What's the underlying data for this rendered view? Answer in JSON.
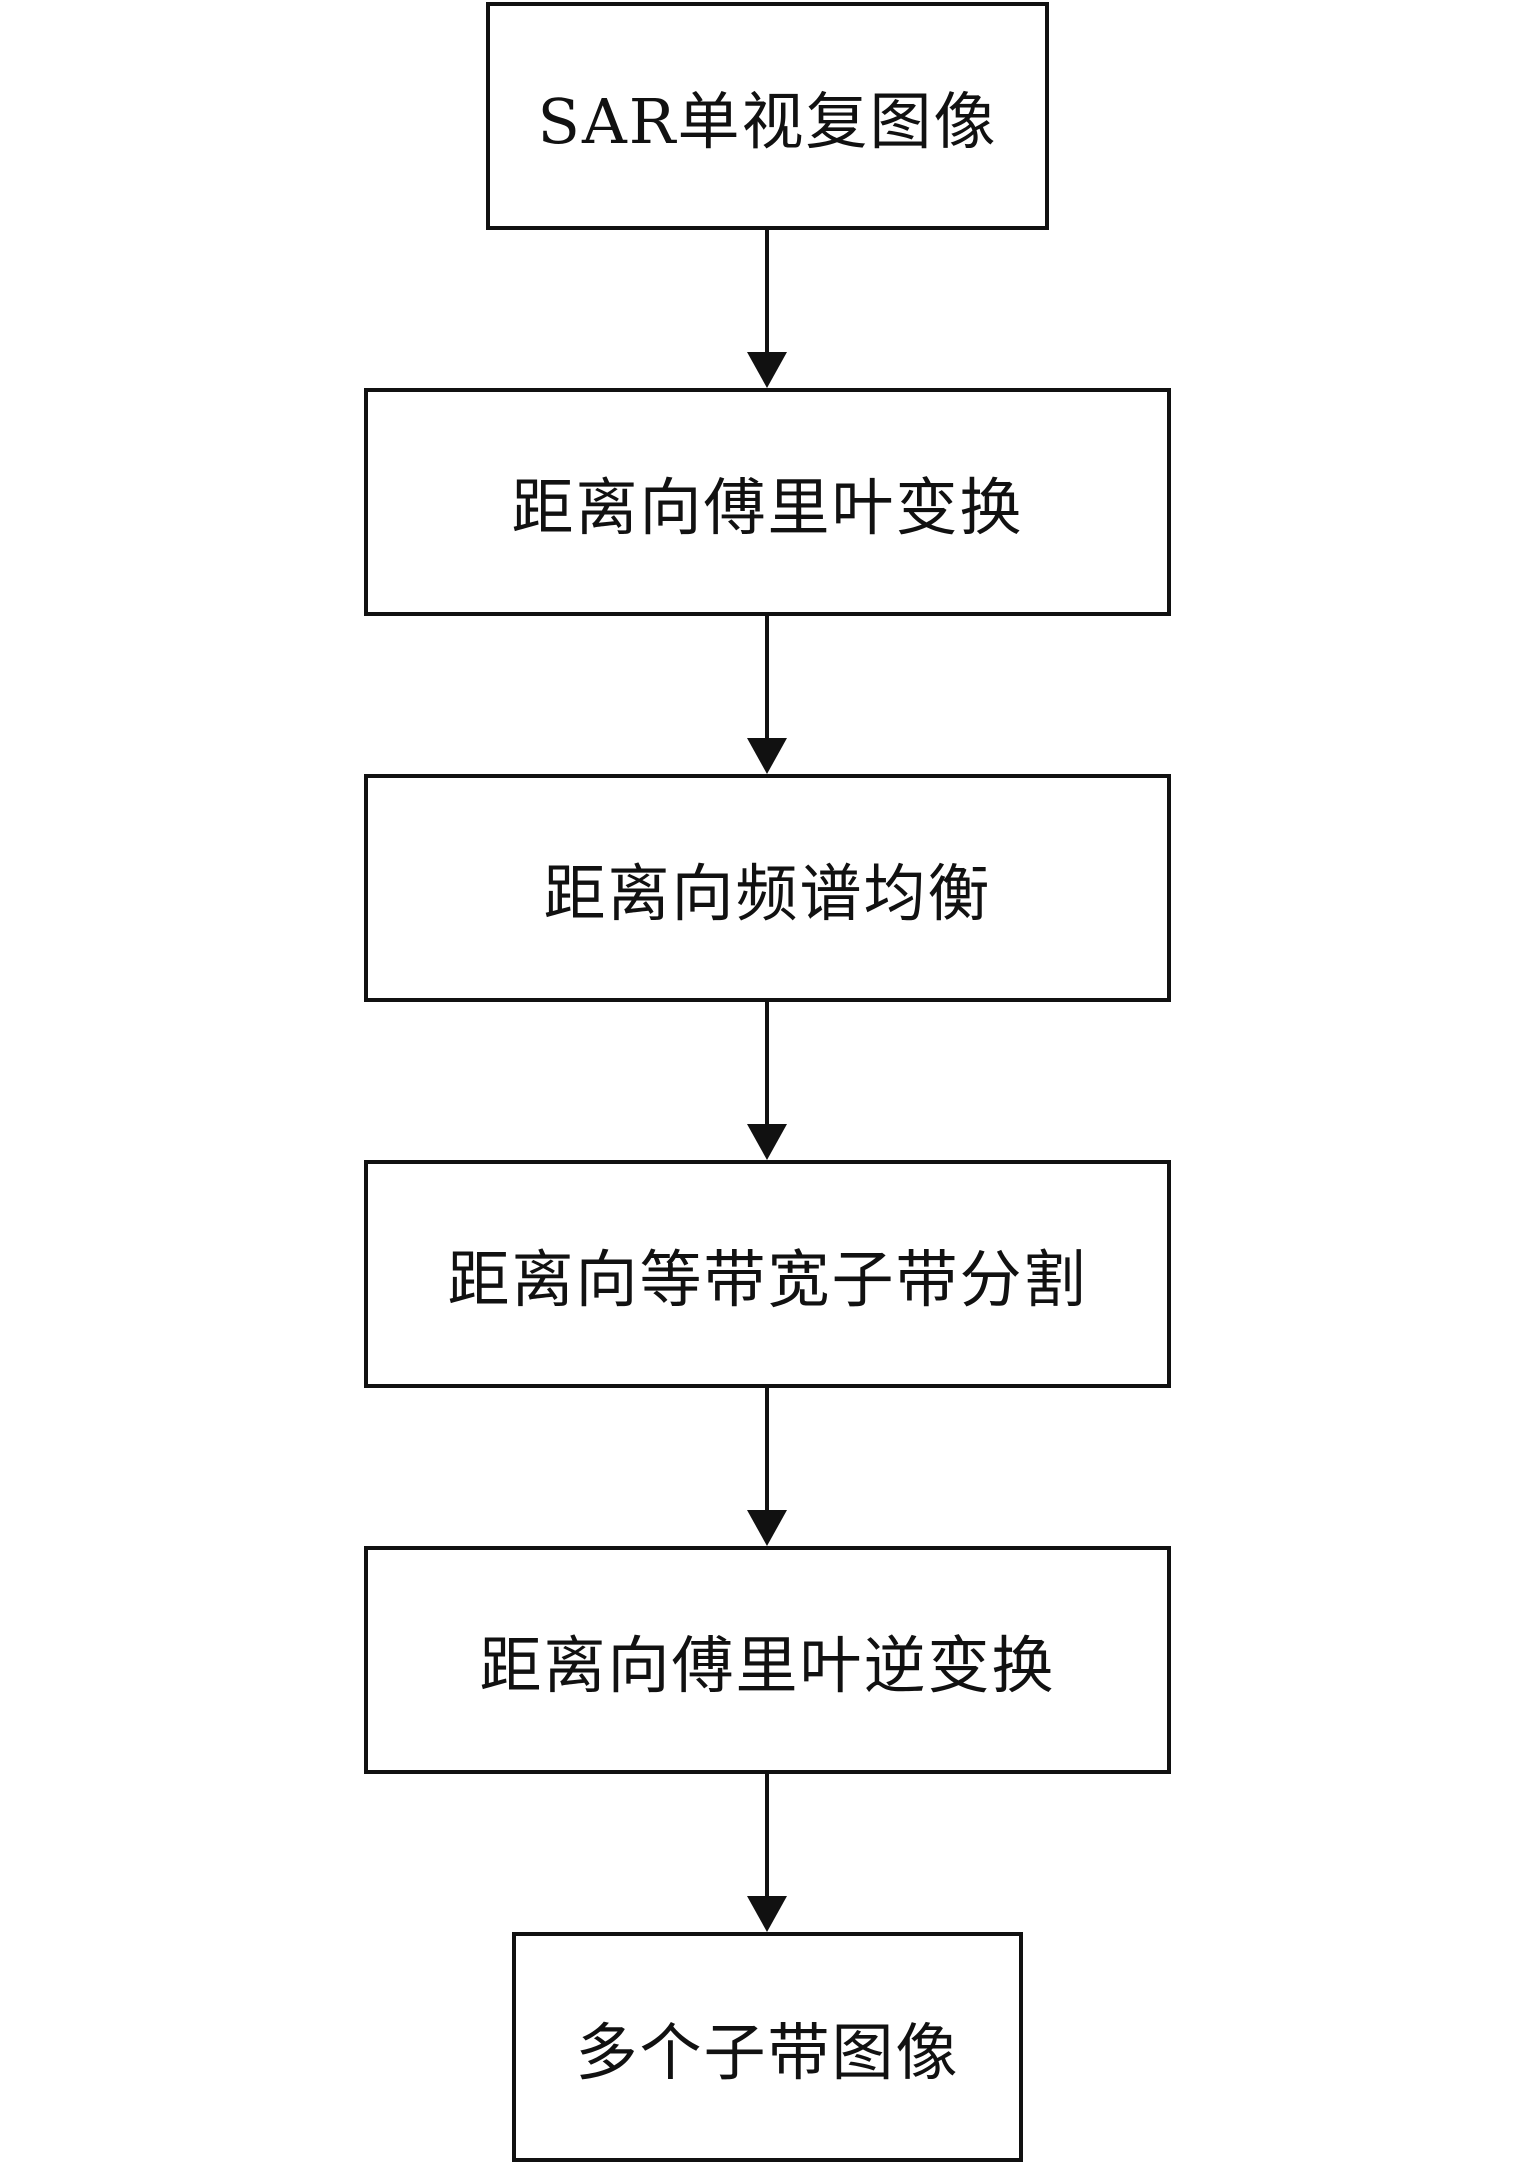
{
  "flowchart": {
    "steps": [
      {
        "label": "SAR单视复图像"
      },
      {
        "label": "距离向傅里叶变换"
      },
      {
        "label": "距离向频谱均衡"
      },
      {
        "label": "距离向等带宽子带分割"
      },
      {
        "label": "距离向傅里叶逆变换"
      },
      {
        "label": "多个子带图像"
      }
    ],
    "colors": {
      "stroke": "#111111",
      "background": "#ffffff"
    }
  }
}
